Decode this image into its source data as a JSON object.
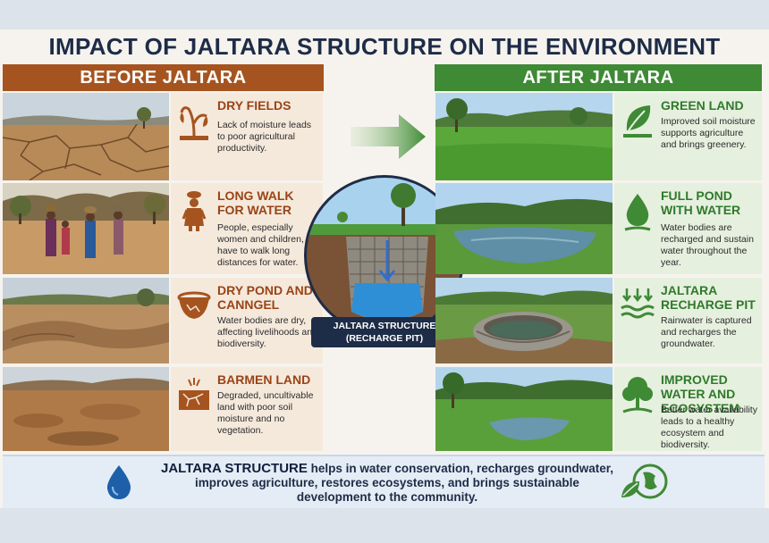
{
  "title": "IMPACT OF JALTARA STRUCTURE ON THE ENVIRONMENT",
  "before": {
    "header": "BEFORE JALTARA",
    "items": [
      {
        "title": "DRY FIELDS",
        "text": "Lack of moisture leads to poor agricultural productivity.",
        "icon": "wilted-plant-icon"
      },
      {
        "title": "LONG WALK FOR WATER",
        "text": "People, especially women and children, have to walk long distances for water.",
        "icon": "woman-carrying-water-icon"
      },
      {
        "title": "DRY POND AND CANNGEL",
        "text": "Water bodies are dry, affecting livelihoods and biodiversity.",
        "icon": "empty-bowl-icon"
      },
      {
        "title": "BARMEN LAND",
        "text": "Degraded, uncultivable land with poor soil moisture and no vegetation.",
        "icon": "cracked-soil-icon"
      }
    ]
  },
  "after": {
    "header": "AFTER JALTARA",
    "items": [
      {
        "title": "GREEN LAND",
        "text": "Improved soil moisture supports agriculture and brings greenery.",
        "icon": "leaf-icon"
      },
      {
        "title": "FULL POND WITH WATER",
        "text": "Water bodies are recharged and sustain water throughout the year.",
        "icon": "water-drop-icon"
      },
      {
        "title": "JALTARA RECHARGE PIT",
        "text": "Rainwater is captured and recharges the groundwater.",
        "icon": "recharge-arrows-icon"
      },
      {
        "title": "IMPROVED WATER AND ECOSYSTEM",
        "text": "Better water availability leads to a healthy ecosystem and biodiversity.",
        "icon": "tree-icon"
      }
    ]
  },
  "center": {
    "label_line1": "JALTARA STRUCTURE",
    "label_line2": "(RECHARGE PIT)"
  },
  "footer": {
    "strong": "JALTARA STRUCTURE",
    "line1": " helps in water conservation, recharges groundwater,",
    "line2": "improves agriculture, restores ecosystems, and brings sustainable",
    "line3": "development to the community."
  },
  "colors": {
    "navy": "#1d2c47",
    "brown": "#a6541f",
    "green": "#3f8a35",
    "blue": "#1d5fa8"
  }
}
